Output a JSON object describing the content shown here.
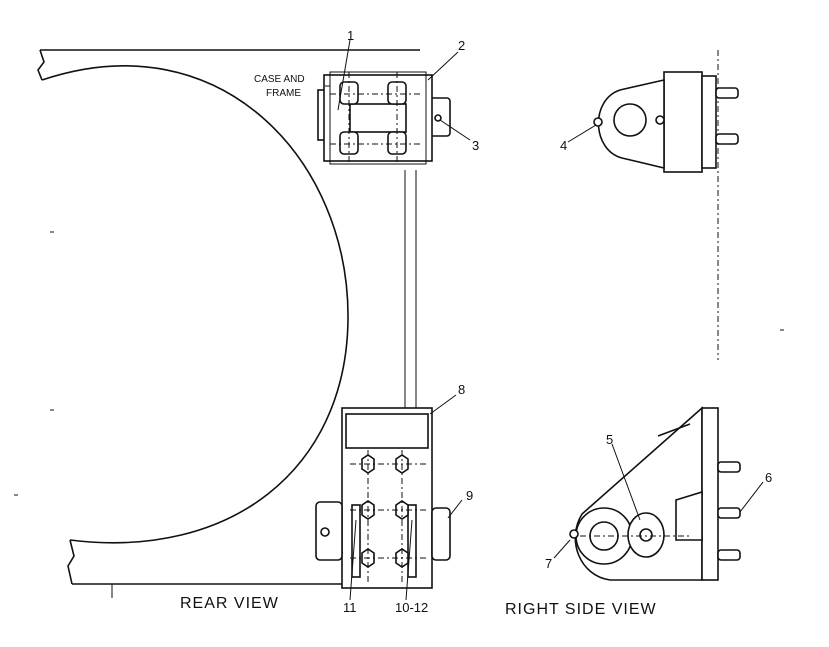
{
  "diagram": {
    "views": {
      "rear": "REAR VIEW",
      "side": "RIGHT SIDE VIEW"
    },
    "case_frame_note": [
      "CASE AND",
      "FRAME"
    ],
    "callouts": {
      "c1": "1",
      "c2": "2",
      "c3": "3",
      "c4": "4",
      "c5": "5",
      "c6": "6",
      "c7": "7",
      "c8": "8",
      "c9": "9",
      "c10": "10-12",
      "c11": "11"
    }
  }
}
